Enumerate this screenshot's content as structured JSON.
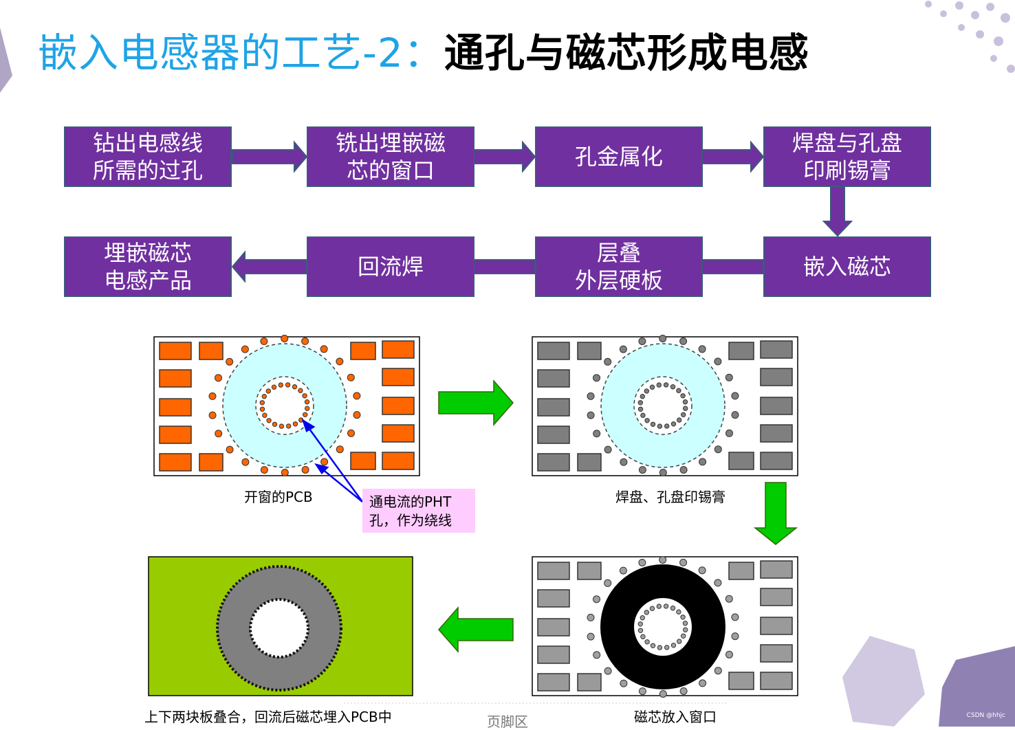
{
  "title": {
    "part1": "嵌入电感器的工艺-2：",
    "part2": "通孔与磁芯形成电感"
  },
  "steps": [
    "钻出电感线\n所需的过孔",
    "铣出埋嵌磁\n芯的窗口",
    "孔金属化",
    "焊盘与孔盘\n印刷锡膏",
    "嵌入磁芯",
    "层叠\n外层硬板",
    "回流焊",
    "埋嵌磁芯\n电感产品"
  ],
  "captions": {
    "panel1": "开窗的PCB",
    "panel2": "焊盘、孔盘印锡膏",
    "panel3": "磁芯放入窗口",
    "panel4": "上下两块板叠合，回流后磁芯埋入PCB中"
  },
  "callout": "通电流的PHT\n孔，作为绕线",
  "footer": "页脚区",
  "credit": "CSDN @hhjc",
  "colors": {
    "title_accent": "#1fa3e6",
    "step_box": "#7030a0",
    "pad_orange": "#ff6600",
    "pad_gray": "#808080",
    "window_cyan": "#ccffff",
    "flow_arrow_green": "#00cc00",
    "laminate_green": "#99cc00",
    "callout_pink": "#ffccff",
    "pointer_blue": "#0000ee"
  }
}
